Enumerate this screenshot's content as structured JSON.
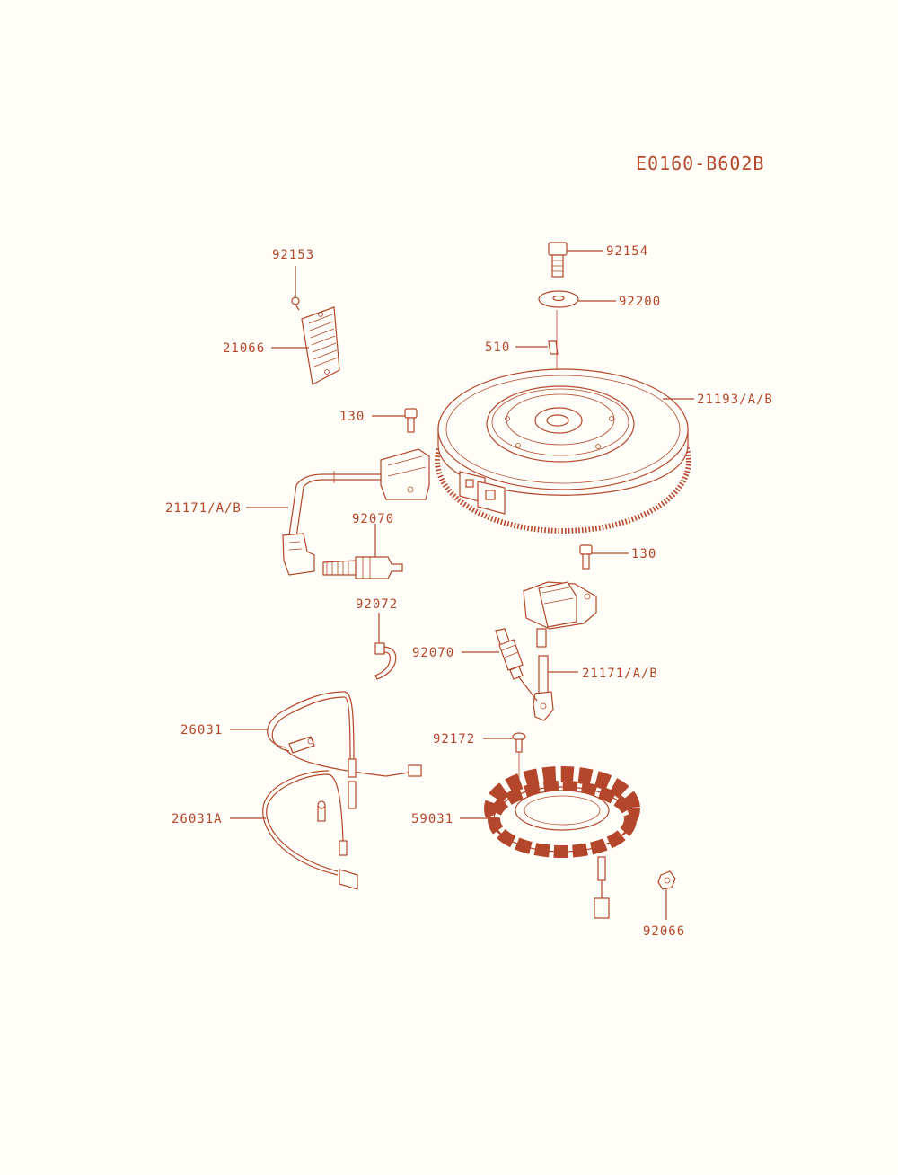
{
  "diagram_ref": "E0160-B602B",
  "colors": {
    "ink": "#b4472b",
    "paper": "#fffdf7"
  },
  "labels": {
    "p92153": "92153",
    "p21066": "21066",
    "p92154": "92154",
    "p92200": "92200",
    "p510": "510",
    "p21193": "21193/A/B",
    "p130_top": "130",
    "p21171_left": "21171/A/B",
    "p92070_top": "92070",
    "p92072": "92072",
    "p130_right": "130",
    "p92070_right": "92070",
    "p21171_right": "21171/A/B",
    "p26031": "26031",
    "p92172": "92172",
    "p26031A": "26031A",
    "p59031": "59031",
    "p92066": "92066"
  }
}
